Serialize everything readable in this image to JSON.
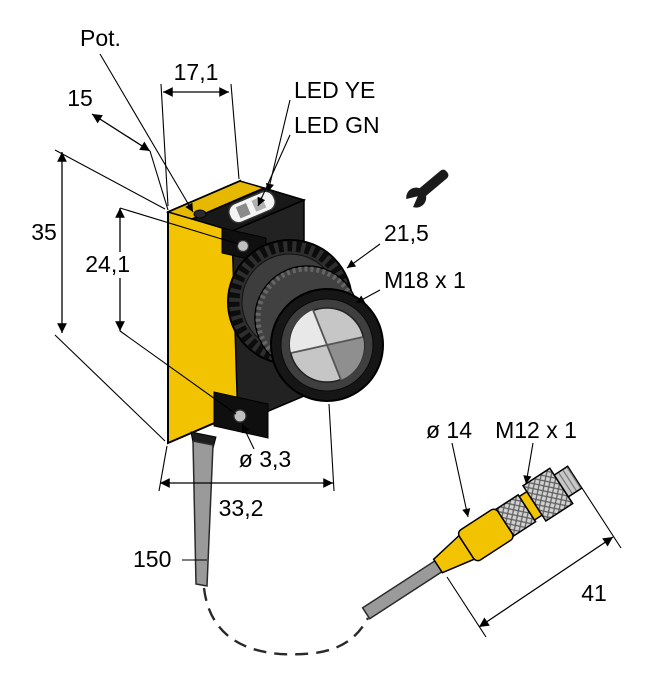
{
  "drawing": {
    "labels": {
      "pot": "Pot.",
      "led_yellow": "LED YE",
      "led_green": "LED GN"
    },
    "dimensions": {
      "top_width": "17,1",
      "housing_depth": "15",
      "housing_height": "35",
      "hole_spacing": "24,1",
      "nut_size": "21,5",
      "lens_thread": "M18 x 1",
      "mounting_hole": "ø 3,3",
      "total_depth": "33,2",
      "cable_length": "150",
      "connector_diameter": "ø 14",
      "connector_thread": "M12 x 1",
      "connector_length": "41"
    },
    "colors": {
      "housing_yellow": "#f2c300",
      "housing_dark": "#1c1c1c",
      "cable_gray": "#9a9a9a",
      "background": "#ffffff"
    }
  }
}
